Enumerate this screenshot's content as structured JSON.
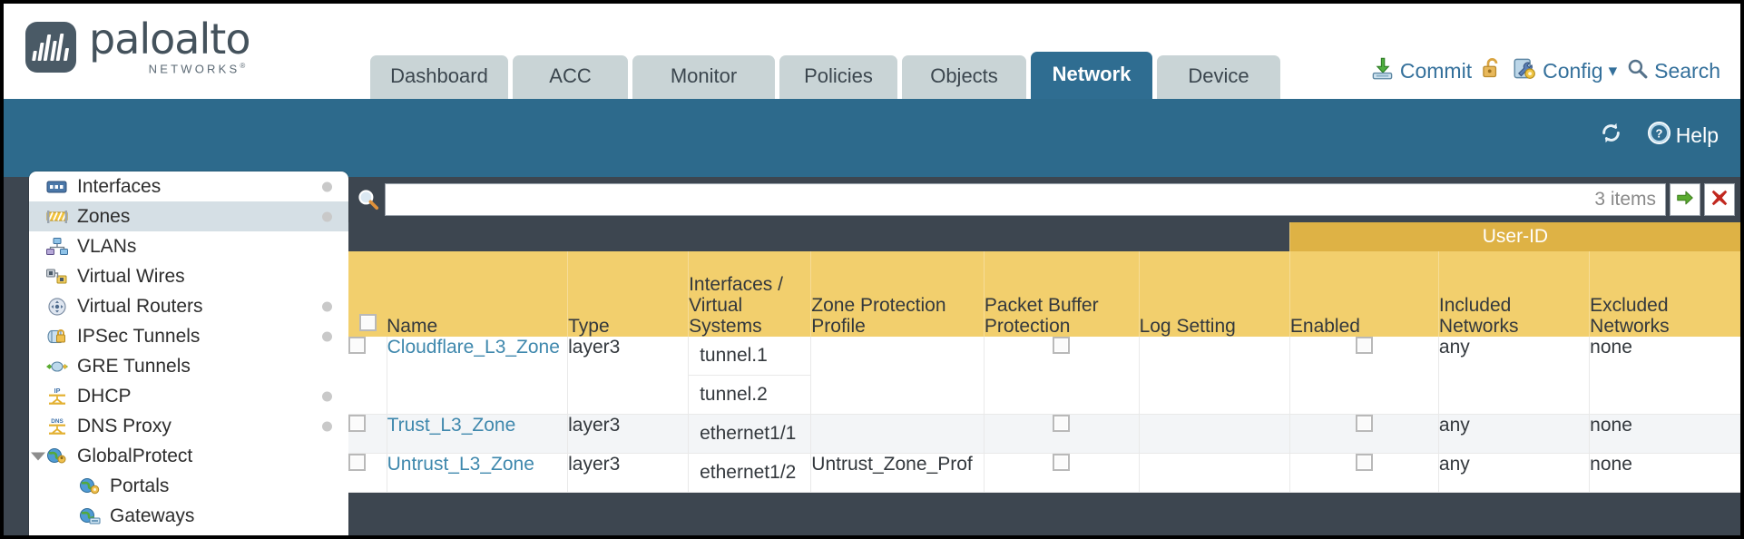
{
  "brand": {
    "name": "paloalto",
    "sub": "NETWORKS",
    "sub_mark": "®",
    "logo_icon": "paloalto-logo-icon",
    "logo_color": "#4a5a66"
  },
  "nav": {
    "tabs": [
      {
        "label": "Dashboard",
        "active": false
      },
      {
        "label": "ACC",
        "active": false
      },
      {
        "label": "Monitor",
        "active": false
      },
      {
        "label": "Policies",
        "active": false
      },
      {
        "label": "Objects",
        "active": false
      },
      {
        "label": "Network",
        "active": true
      },
      {
        "label": "Device",
        "active": false
      }
    ],
    "active_color": "#2f6d91",
    "inactive_color": "#c9d4d6"
  },
  "header_actions": [
    {
      "label": "Commit",
      "icon": "commit-download-icon"
    },
    {
      "label": "",
      "icon": "unlock-padlock-icon"
    },
    {
      "label": "Config",
      "icon": "config-wrench-icon",
      "caret": "▾"
    },
    {
      "label": "Search",
      "icon": "search-magnifier-icon"
    }
  ],
  "blue_band": {
    "refresh_icon": "refresh-icon",
    "help_icon": "help-question-icon",
    "help_label": "Help",
    "color": "#2d6a8c"
  },
  "sidebar": {
    "items": [
      {
        "label": "Interfaces",
        "icon": "interfaces-icon",
        "selected": false,
        "dot": true,
        "child": false,
        "caret": false
      },
      {
        "label": "Zones",
        "icon": "zones-icon",
        "selected": true,
        "dot": true,
        "child": false,
        "caret": false
      },
      {
        "label": "VLANs",
        "icon": "vlans-icon",
        "selected": false,
        "dot": false,
        "child": false,
        "caret": false
      },
      {
        "label": "Virtual Wires",
        "icon": "virtual-wires-icon",
        "selected": false,
        "dot": false,
        "child": false,
        "caret": false
      },
      {
        "label": "Virtual Routers",
        "icon": "virtual-routers-icon",
        "selected": false,
        "dot": true,
        "child": false,
        "caret": false
      },
      {
        "label": "IPSec Tunnels",
        "icon": "ipsec-tunnels-icon",
        "selected": false,
        "dot": true,
        "child": false,
        "caret": false
      },
      {
        "label": "GRE Tunnels",
        "icon": "gre-tunnels-icon",
        "selected": false,
        "dot": false,
        "child": false,
        "caret": false
      },
      {
        "label": "DHCP",
        "icon": "dhcp-icon",
        "selected": false,
        "dot": true,
        "child": false,
        "caret": false
      },
      {
        "label": "DNS Proxy",
        "icon": "dns-proxy-icon",
        "selected": false,
        "dot": true,
        "child": false,
        "caret": false
      },
      {
        "label": "GlobalProtect",
        "icon": "globalprotect-icon",
        "selected": false,
        "dot": false,
        "child": false,
        "caret": true
      },
      {
        "label": "Portals",
        "icon": "portals-icon",
        "selected": false,
        "dot": false,
        "child": true,
        "caret": false
      },
      {
        "label": "Gateways",
        "icon": "gateways-icon",
        "selected": false,
        "dot": false,
        "child": true,
        "caret": false
      }
    ]
  },
  "search": {
    "value": "",
    "placeholder": "",
    "item_count": "3 items",
    "icon": "search-magnifier-icon",
    "go_icon": "green-arrow-icon",
    "clear_icon": "red-x-icon"
  },
  "table": {
    "group_header": {
      "label": "User-ID",
      "span": 3,
      "color": "#deb245"
    },
    "columns": [
      "Name",
      "Type",
      "Interfaces / Virtual Systems",
      "Zone Protection Profile",
      "Packet Buffer Protection",
      "Log Setting",
      "Enabled",
      "Included Networks",
      "Excluded Networks"
    ],
    "header_color": "#f2cf6d",
    "rows": [
      {
        "selected": false,
        "name": "Cloudflare_L3_Zone",
        "type": "layer3",
        "interfaces": [
          "tunnel.1",
          "tunnel.2"
        ],
        "zone_protection_profile": "",
        "packet_buffer_protection": false,
        "log_setting": "",
        "userid_enabled": false,
        "included_networks": "any",
        "excluded_networks": "none"
      },
      {
        "selected": false,
        "name": "Trust_L3_Zone",
        "type": "layer3",
        "interfaces": [
          "ethernet1/1"
        ],
        "zone_protection_profile": "",
        "packet_buffer_protection": false,
        "log_setting": "",
        "userid_enabled": false,
        "included_networks": "any",
        "excluded_networks": "none"
      },
      {
        "selected": false,
        "name": "Untrust_L3_Zone",
        "type": "layer3",
        "interfaces": [
          "ethernet1/2"
        ],
        "zone_protection_profile": "Untrust_Zone_Prof",
        "packet_buffer_protection": false,
        "log_setting": "",
        "userid_enabled": false,
        "included_networks": "any",
        "excluded_networks": "none"
      }
    ]
  }
}
